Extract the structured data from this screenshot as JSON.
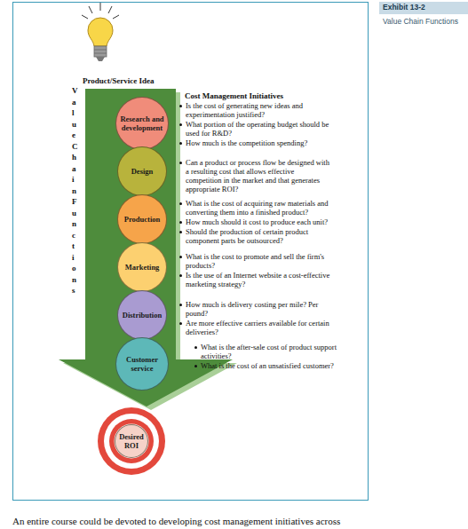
{
  "diagram": {
    "title": "Exhibit 13-2",
    "caption": "Value Chain Functions",
    "nodes": [
      {
        "text": [
          "Research and development"
        ]
      },
      {
        "text": [
          "Design"
        ]
      },
      {
        "text": [
          "Production"
        ]
      },
      {
        "text": [
          "Marketing"
        ]
      },
      {
        "text": [
          "Distribution"
        ]
      },
      {
        "text": [
          "Customer service"
        ]
      },
      {
        "text": [
          "Desired ROI"
        ]
      }
    ],
    "labels": [
      "Product/Service Idea",
      "Value Chain Functions",
      "Cost Management Initiatives",
      "Is the cost of generating new ideas and experimentation justified?",
      "What portion of the operating budget should be used for R&D?",
      "How much is the competition spending?",
      "Can a product or process flow be designed with a resulting cost that allows effective competition in the market and that generates appropriate ROI?",
      "What is the cost of acquiring raw materials and converting them into a finished product?",
      "How much should it cost to produce each unit?",
      "Should the production of certain product component parts be outsourced?",
      "What is the cost to promote and sell the firm's products?",
      "Is the use of an Internet website a cost-effective marketing strategy?",
      "How much is delivery costing per mile? Per pound?",
      "Are more effective carriers available for certain deliveries?",
      "What is the after-sale cost of product support activities?",
      "What is the cost of an unsatisfied customer?",
      "An entire course could be devoted to developing cost management initiatives across"
    ]
  }
}
